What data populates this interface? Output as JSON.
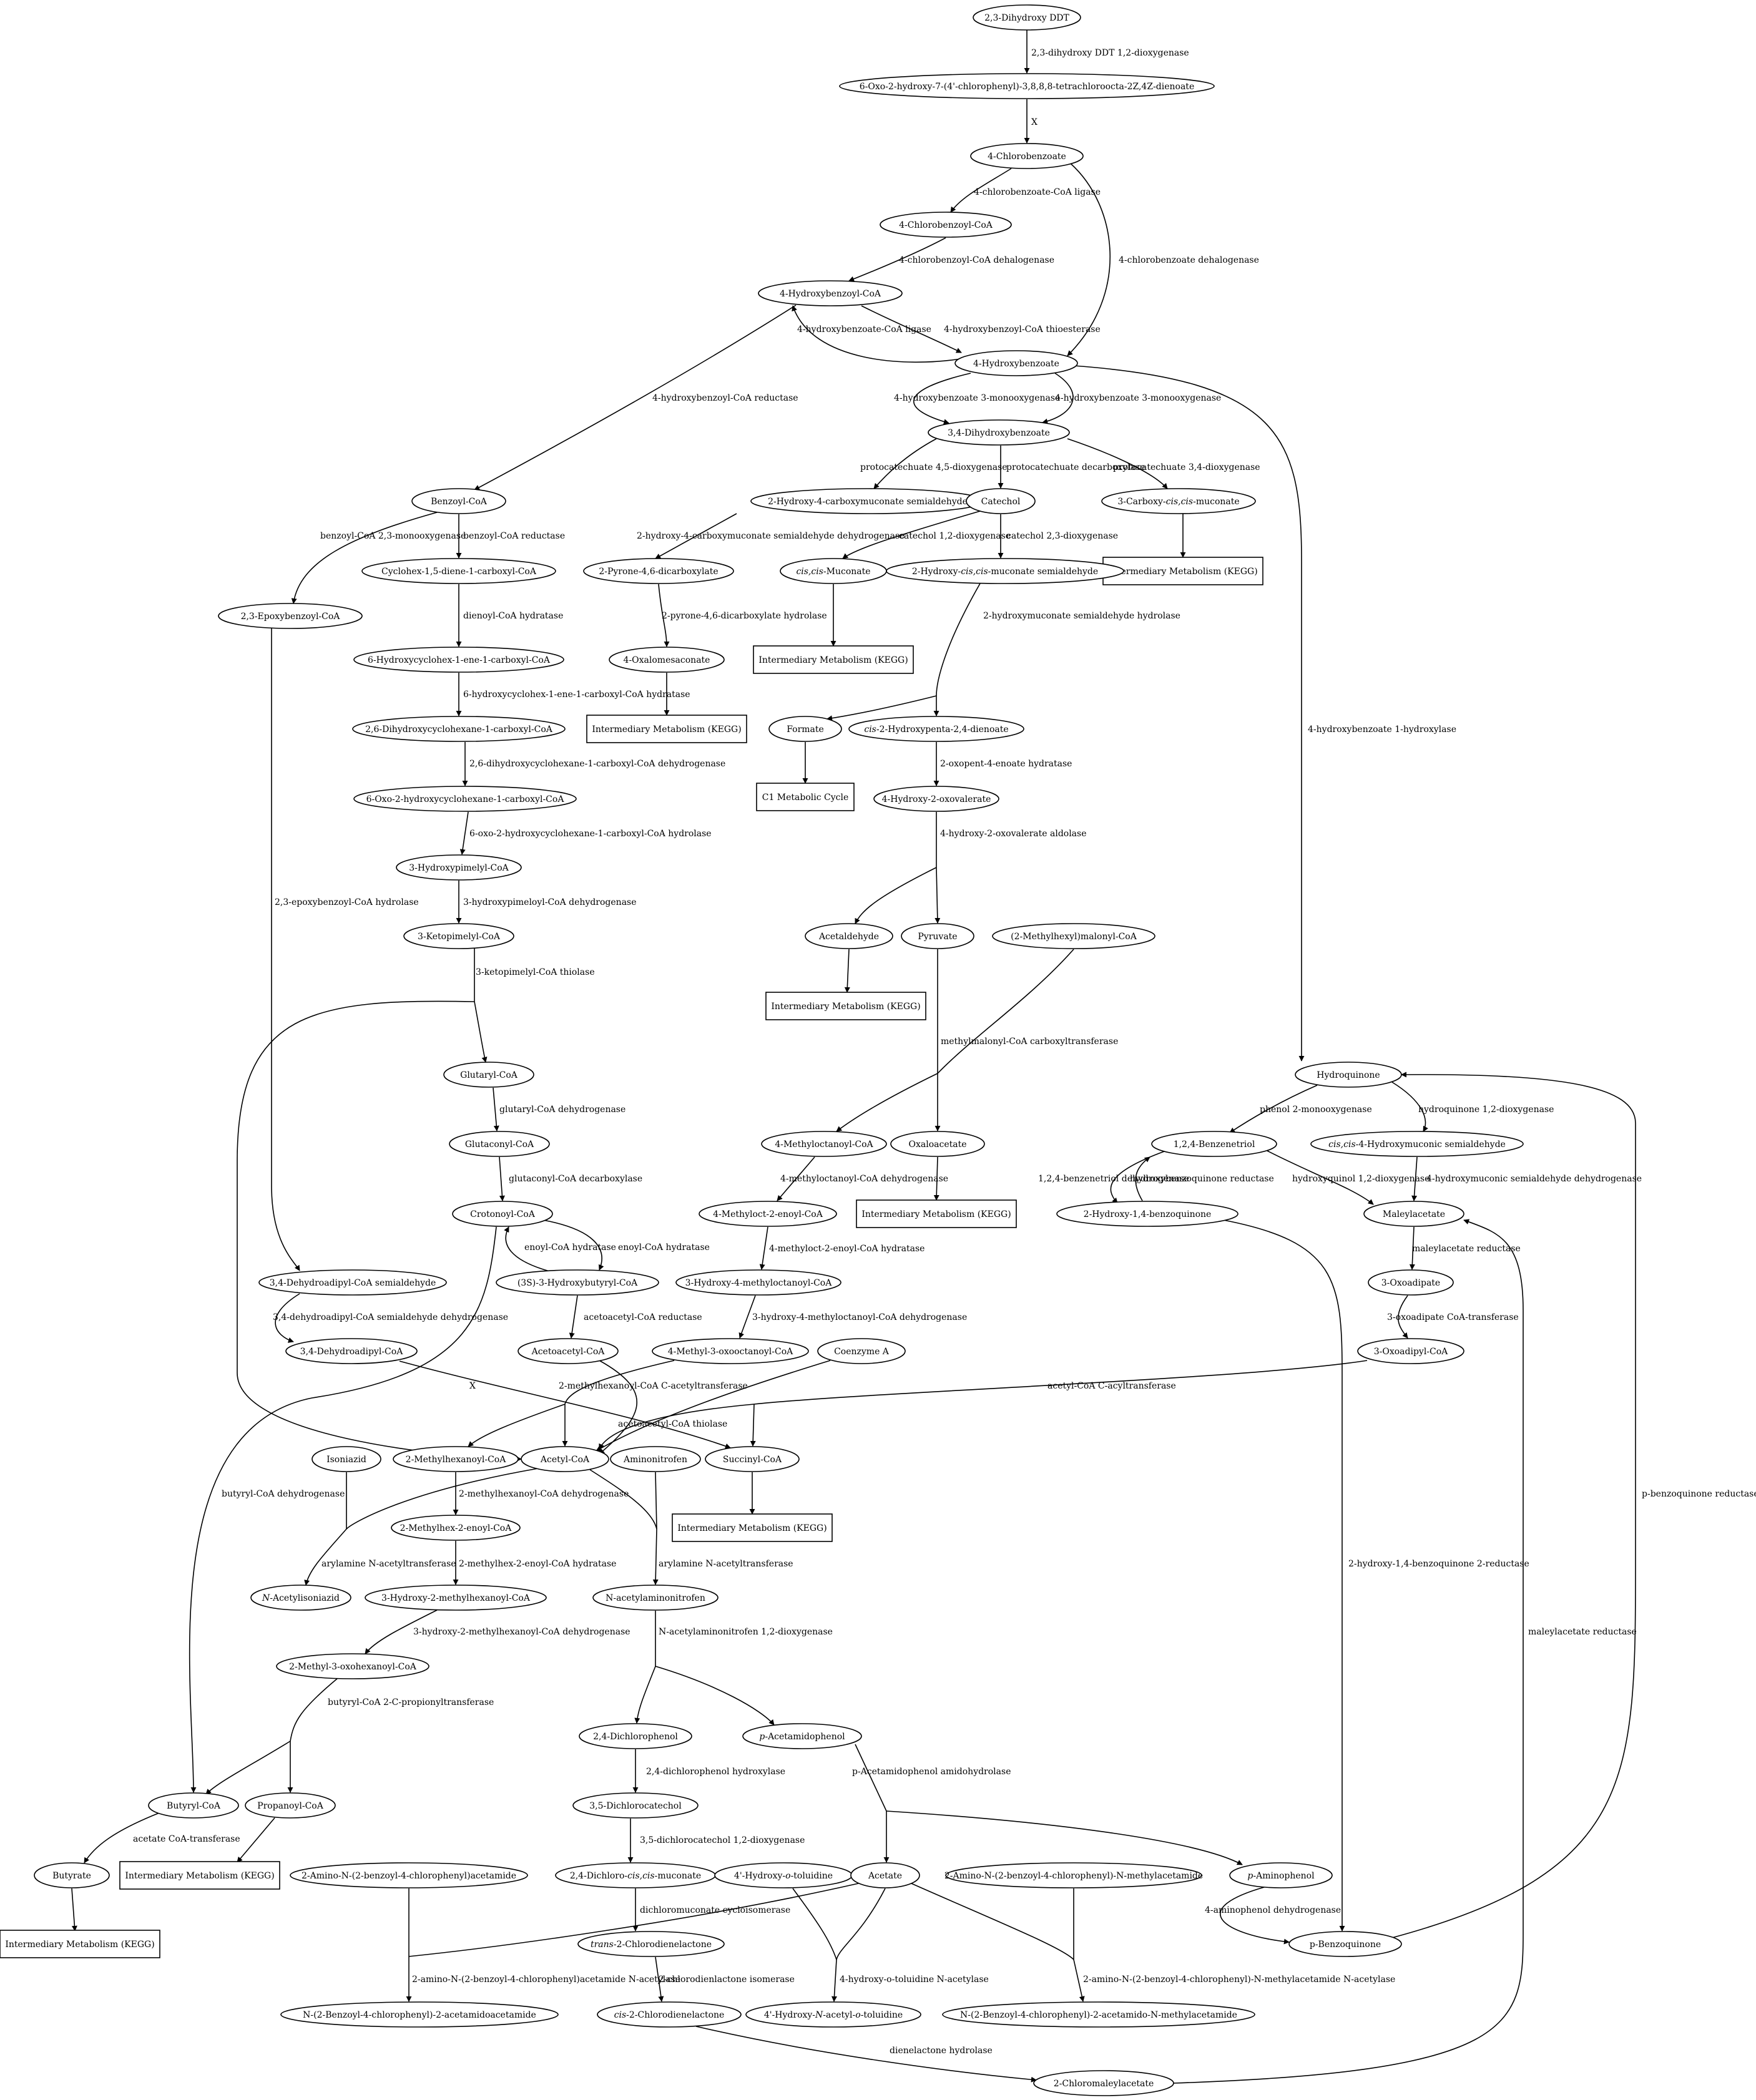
{
  "nodes": {
    "ddt": {
      "label": "2,3-Dihydroxy DDT"
    },
    "oxohydroxy": {
      "label": "6-Oxo-2-hydroxy-7-(4'-chlorophenyl)-3,8,8,8-tetrachloroocta-2Z,4Z-dienoate"
    },
    "chlorobenzoate": {
      "label": "4-Chlorobenzoate"
    },
    "chlorobenzoylcoa": {
      "label": "4-Chlorobenzoyl-CoA"
    },
    "hydroxybenzoylcoa": {
      "label": "4-Hydroxybenzoyl-CoA"
    },
    "hydroxybenzoate": {
      "label": "4-Hydroxybenzoate"
    },
    "dihydroxybenzoate": {
      "label": "3,4-Dihydroxybenzoate"
    },
    "benzoylcoa": {
      "label": "Benzoyl-CoA"
    },
    "hcms": {
      "label": "2-Hydroxy-4-carboxymuconate semialdehyde"
    },
    "catechol": {
      "label": "Catechol"
    },
    "carboxymuconate": {
      "label": "3-Carboxy-cis,cis-muconate"
    },
    "km_carboxy": {
      "label": "Intermediary Metabolism (KEGG)"
    },
    "cyclohexdiene": {
      "label": "Cyclohex-1,5-diene-1-carboxyl-CoA"
    },
    "epoxybenzoyl": {
      "label": "2,3-Epoxybenzoyl-CoA"
    },
    "pyronedicarb": {
      "label": "2-Pyrone-4,6-dicarboxylate"
    },
    "ccmuconate": {
      "label": "cis,cis-Muconate"
    },
    "hms": {
      "label": "2-Hydroxy-cis,cis-muconate semialdehyde"
    },
    "hydroxycyclohexene": {
      "label": "6-Hydroxycyclohex-1-ene-1-carboxyl-CoA"
    },
    "oxalomesaconate": {
      "label": "4-Oxalomesaconate"
    },
    "km_muconate": {
      "label": "Intermediary Metabolism (KEGG)"
    },
    "dihydroxycyclohexane": {
      "label": "2,6-Dihydroxycyclohexane-1-carboxyl-CoA"
    },
    "km_oxalo": {
      "label": "Intermediary Metabolism (KEGG)"
    },
    "formate": {
      "label": "Formate"
    },
    "hydroxypentadienoate": {
      "label": "cis-2-Hydroxypenta-2,4-dienoate"
    },
    "oxohydroxycyclohexane": {
      "label": "6-Oxo-2-hydroxycyclohexane-1-carboxyl-CoA"
    },
    "c1": {
      "label": "C1 Metabolic Cycle"
    },
    "hydroxyoxovalerate": {
      "label": "4-Hydroxy-2-oxovalerate"
    },
    "hydroxypimelyl": {
      "label": "3-Hydroxypimelyl-CoA"
    },
    "ketopimelyl": {
      "label": "3-Ketopimelyl-CoA"
    },
    "acetaldehyde": {
      "label": "Acetaldehyde"
    },
    "pyruvate": {
      "label": "Pyruvate"
    },
    "methylhexylmalonyl": {
      "label": "(2-Methylhexyl)malonyl-CoA"
    },
    "km_acetaldehyde": {
      "label": "Intermediary Metabolism (KEGG)"
    },
    "glutaryl": {
      "label": "Glutaryl-CoA"
    },
    "hydroquinone": {
      "label": "Hydroquinone"
    },
    "glutaconyl": {
      "label": "Glutaconyl-CoA"
    },
    "methyloctanoyl": {
      "label": "4-Methyloctanoyl-CoA"
    },
    "oxaloacetate": {
      "label": "Oxaloacetate"
    },
    "benzenetriol": {
      "label": "1,2,4-Benzenetriol"
    },
    "hydroxymuconicsemi": {
      "label": "cis,cis-4-Hydroxymuconic semialdehyde"
    },
    "crotonoyl": {
      "label": "Crotonoyl-CoA"
    },
    "methyloctenoyl": {
      "label": "4-Methyloct-2-enoyl-CoA"
    },
    "km_oxaloacetate": {
      "label": "Intermediary Metabolism (KEGG)"
    },
    "hydroxybenzoquinone": {
      "label": "2-Hydroxy-1,4-benzoquinone"
    },
    "maleylacetate": {
      "label": "Maleylacetate"
    },
    "dehydroadipylsemi": {
      "label": "3,4-Dehydroadipyl-CoA semialdehyde"
    },
    "hydroxybutyryl": {
      "label": "(3S)-3-Hydroxybutyryl-CoA"
    },
    "hydroxymethyloctanoyl": {
      "label": "3-Hydroxy-4-methyloctanoyl-CoA"
    },
    "oxoadipate": {
      "label": "3-Oxoadipate"
    },
    "dehydroadipyl": {
      "label": "3,4-Dehydroadipyl-CoA"
    },
    "acetoacetyl": {
      "label": "Acetoacetyl-CoA"
    },
    "methyloxooctanoyl": {
      "label": "4-Methyl-3-oxooctanoyl-CoA"
    },
    "coenzymea": {
      "label": "Coenzyme A"
    },
    "oxoadipyl": {
      "label": "3-Oxoadipyl-CoA"
    },
    "isoniazid": {
      "label": "Isoniazid"
    },
    "methylhexanoyl": {
      "label": "2-Methylhexanoyl-CoA"
    },
    "acetylcoa": {
      "label": "Acetyl-CoA"
    },
    "aminonitrofen": {
      "label": "Aminonitrofen"
    },
    "succinyl": {
      "label": "Succinyl-CoA"
    },
    "methylhexenoyl": {
      "label": "2-Methylhex-2-enoyl-CoA"
    },
    "km_succinyl": {
      "label": "Intermediary Metabolism (KEGG)"
    },
    "acetylisoniazid": {
      "label": "N-Acetylisoniazid"
    },
    "hydroxymethylhexanoyl": {
      "label": "3-Hydroxy-2-methylhexanoyl-CoA"
    },
    "acetylaminonitrofen": {
      "label": "N-acetylaminonitrofen"
    },
    "methyloxohexanoyl": {
      "label": "2-Methyl-3-oxohexanoyl-CoA"
    },
    "dichlorophenol": {
      "label": "2,4-Dichlorophenol"
    },
    "acetamidophenol": {
      "label": "p-Acetamidophenol"
    },
    "butyryl": {
      "label": "Butyryl-CoA"
    },
    "propanoyl": {
      "label": "Propanoyl-CoA"
    },
    "dichlorocatechol": {
      "label": "3,5-Dichlorocatechol"
    },
    "butyrate": {
      "label": "Butyrate"
    },
    "km_propanoyl": {
      "label": "Intermediary Metabolism (KEGG)"
    },
    "aminobenzoylacetamide": {
      "label": "2-Amino-N-(2-benzoyl-4-chlorophenyl)acetamide"
    },
    "dichloromuconate": {
      "label": "2,4-Dichloro-cis,cis-muconate"
    },
    "hydroxytoluidine": {
      "label": "4'-Hydroxy-o-toluidine"
    },
    "acetate": {
      "label": "Acetate"
    },
    "aminomethylacetamide": {
      "label": "2-Amino-N-(2-benzoyl-4-chlorophenyl)-N-methylacetamide"
    },
    "aminophenol": {
      "label": "p-Aminophenol"
    },
    "km_butyrate": {
      "label": "Intermediary Metabolism (KEGG)"
    },
    "transchlorodienelactone": {
      "label": "trans-2-Chlorodienelactone"
    },
    "benzoquinone": {
      "label": "p-Benzoquinone"
    },
    "benzoylacetamidoacetamide": {
      "label": "N-(2-Benzoyl-4-chlorophenyl)-2-acetamidoacetamide"
    },
    "cischlorodienelactone": {
      "label": "cis-2-Chlorodienelactone"
    },
    "acetyltoluidine": {
      "label": "4'-Hydroxy-N-acetyl-o-toluidine"
    },
    "benzoylacetamidomethyl": {
      "label": "N-(2-Benzoyl-4-chlorophenyl)-2-acetamido-N-methylacetamide"
    },
    "chloromaleylacetate": {
      "label": "2-Chloromaleylacetate"
    }
  },
  "edges": {
    "e_ddt": "2,3-dihydroxy DDT 1,2-dioxygenase",
    "e_x1": "X",
    "e_cbcoa_ligase": "4-chlorobenzoate-CoA ligase",
    "e_cb_dehalo": "4-chlorobenzoate dehalogenase",
    "e_cbcoa_dehalo": "4-chlorobenzoyl-CoA dehalogenase",
    "e_hb_ligase": "4-hydroxybenzoate-CoA ligase",
    "e_hbcoa_thioesterase": "4-hydroxybenzoyl-CoA thioesterase",
    "e_hbcoa_reductase": "4-hydroxybenzoyl-CoA reductase",
    "e_hb_mono1": "4-hydroxybenzoate 3-monooxygenase",
    "e_hb_mono2": "4-hydroxybenzoate 3-monooxygenase",
    "e_hb_hydroxylase": "4-hydroxybenzoate 1-hydroxylase",
    "e_pc45": "protocatechuate 4,5-dioxygenase",
    "e_pcdecarb": "protocatechuate decarboxylase",
    "e_pc34": "protocatechuate 3,4-dioxygenase",
    "e_bc_mono": "benzoyl-CoA 2,3-monooxygenase",
    "e_bc_reductase": "benzoyl-CoA reductase",
    "e_hcms_dh": "2-hydroxy-4-carboxymuconate semialdehyde dehydrogenase",
    "e_cat12": "catechol 1,2-dioxygenase",
    "e_cat23": "catechol 2,3-dioxygenase",
    "e_dienoyl": "dienoyl-CoA hydratase",
    "e_pyrone": "2-pyrone-4,6-dicarboxylate hydrolase",
    "e_hms_hydrolase": "2-hydroxymuconate semialdehyde hydrolase",
    "e_hcyc_hydratase": "6-hydroxycyclohex-1-ene-1-carboxyl-CoA hydratase",
    "e_dhcyc_dh": "2,6-dihydroxycyclohexane-1-carboxyl-CoA dehydrogenase",
    "e_oxopent": "2-oxopent-4-enoate hydratase",
    "e_oxohcyc_hydrolase": "6-oxo-2-hydroxycyclohexane-1-carboxyl-CoA hydrolase",
    "e_aldolase": "4-hydroxy-2-oxovalerate aldolase",
    "e_epoxy_hydrolase": "2,3-epoxybenzoyl-CoA hydrolase",
    "e_hpim_dh": "3-hydroxypimeloyl-CoA dehydrogenase",
    "e_kpim_thiolase": "3-ketopimelyl-CoA thiolase",
    "e_mm_carboxyl": "methylmalonyl-CoA carboxyltransferase",
    "e_glutaryl_dh": "glutaryl-CoA dehydrogenase",
    "e_phenol_mono": "phenol 2-monooxygenase",
    "e_hq_dioxy": "hydroquinone 1,2-dioxygenase",
    "e_glutaconyl_decarb": "glutaconyl-CoA decarboxylase",
    "e_mo_dh": "4-methyloctanoyl-CoA dehydrogenase",
    "e_bt_dh": "1,2,4-benzenetriol dehydrogenase",
    "e_hbq_reductase": "hydroxybenzoquinone reductase",
    "e_hq12": "hydroxyquinol 1,2-dioxygenase",
    "e_hms_dh": "4-hydroxymuconic semialdehyde dehydrogenase",
    "e_enoyl1": "enoyl-CoA hydratase",
    "e_enoyl2": "enoyl-CoA hydratase",
    "e_mo_hydratase": "4-methyloct-2-enoyl-CoA hydratase",
    "e_ma_reductase": "maleylacetate reductase",
    "e_dehydroadipyl_dh": "3,4-dehydroadipyl-CoA semialdehyde dehydrogenase",
    "e_acetoacetyl_red": "acetoacetyl-CoA reductase",
    "e_hmo_dh": "3-hydroxy-4-methyloctanoyl-CoA dehydrogenase",
    "e_oxoadipate": "3-oxoadipate CoA-transferase",
    "e_x2": "X",
    "e_mh_acyl": "2-methylhexanoyl-CoA C-acetyltransferase",
    "e_thiolase": "acetoacetyl-CoA thiolase",
    "e_acyl": "acetyl-CoA C-acyltransferase",
    "e_butyryl_dh": "butyryl-CoA dehydrogenase",
    "e_mh_dh": "2-methylhexanoyl-CoA dehydrogenase",
    "e_arylamine1": "arylamine N-acetyltransferase",
    "e_mhe_hydratase": "2-methylhex-2-enoyl-CoA hydratase",
    "e_arylamine2": "arylamine N-acetyltransferase",
    "e_hbq_2red": "2-hydroxy-1,4-benzoquinone 2-reductase",
    "e_hmh_dh": "3-hydroxy-2-methylhexanoyl-CoA dehydrogenase",
    "e_aan_dioxy": "N-acetylaminonitrofen 1,2-dioxygenase",
    "e_ma_reductase2": "maleylacetate reductase",
    "e_butyryl_propionyl": "butyryl-CoA 2-C-propionyltransferase",
    "e_dcp_hydroxylase": "2,4-dichlorophenol hydroxylase",
    "e_amidohydrolase": "p-Acetamidophenol amidohydrolase",
    "e_bq_reductase": "p-benzoquinone reductase",
    "e_ac_transferase": "acetate CoA-transferase",
    "e_dcc_dioxy": "3,5-dichlorocatechol 1,2-dioxygenase",
    "e_cycloisomerase": "dichloromuconate cycloisomerase",
    "e_ap_dh": "4-aminophenol dehydrogenase",
    "e_isomerase": "2-chlorodienlactone isomerase",
    "e_abca": "2-amino-N-(2-benzoyl-4-chlorophenyl)acetamide N-acetylase",
    "e_hot": "4-hydroxy-o-toluidine N-acetylase",
    "e_abcma": "2-amino-N-(2-benzoyl-4-chlorophenyl)-N-methylacetamide N-acetylase",
    "e_dienelactone": "dienelactone hydrolase"
  }
}
